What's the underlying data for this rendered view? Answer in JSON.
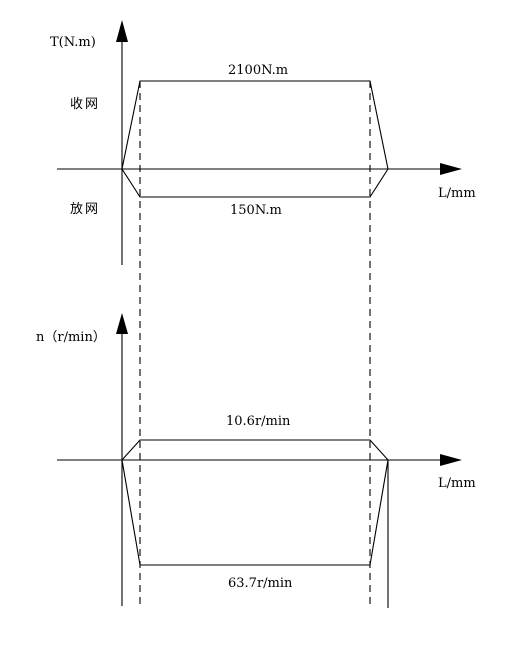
{
  "top_chart": {
    "y_axis_label": "T(N.m)",
    "x_axis_label": "L/mm",
    "upper_region_label": "收网",
    "lower_region_label": "放网",
    "upper_value_label": "2100N.m",
    "lower_value_label": "150N.m"
  },
  "bottom_chart": {
    "y_axis_label": "n（r/min）",
    "x_axis_label": "L/mm",
    "upper_value_label": "10.6r/min",
    "lower_value_label": "63.7r/min"
  },
  "colors": {
    "line": "#000000",
    "background": "#ffffff"
  }
}
